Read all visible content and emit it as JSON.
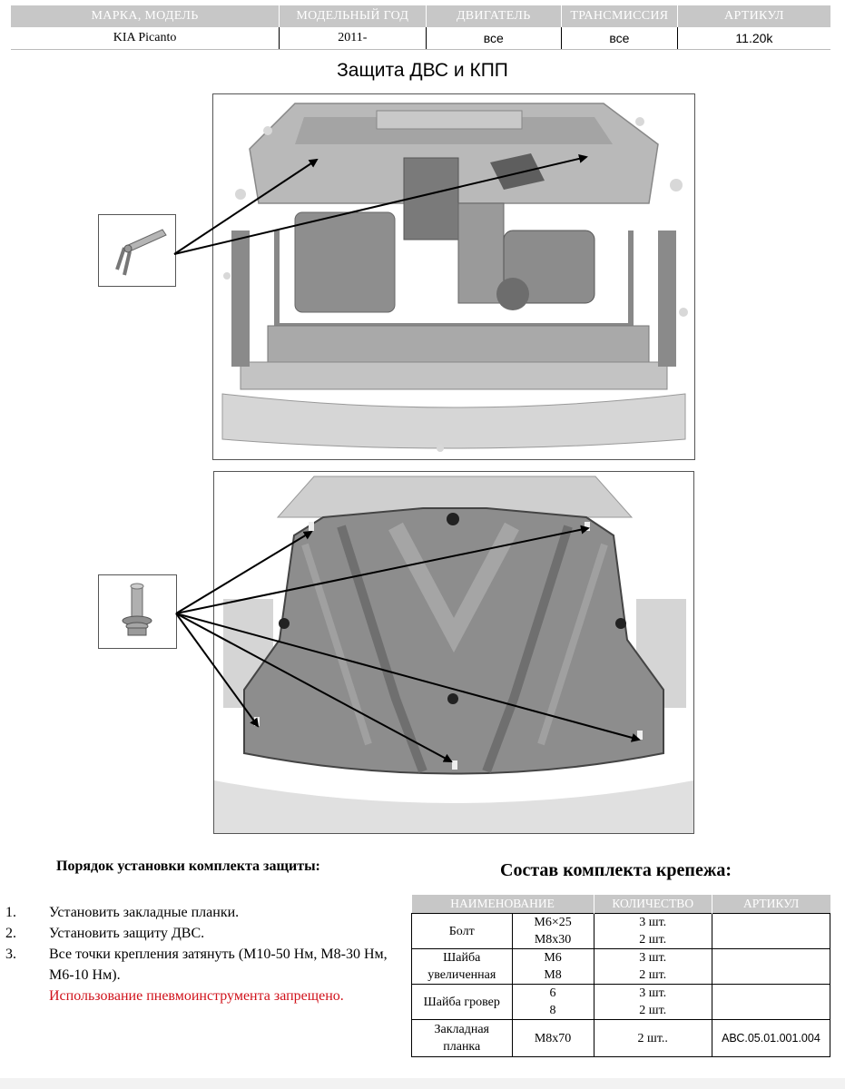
{
  "spec_table": {
    "headers": [
      "МАРКА, МОДЕЛЬ",
      "МОДЕЛЬНЫЙ ГОД",
      "ДВИГАТЕЛЬ",
      "ТРАНСМИССИЯ",
      "АРТИКУЛ"
    ],
    "row": [
      "KIA Picanto",
      "2011-",
      "все",
      "все",
      "11.20k"
    ]
  },
  "title": "Защита ДВС и КПП",
  "figures": {
    "top": {
      "inset_icon": "mounting-bracket-icon",
      "subject": "engine-bay-underside"
    },
    "bottom": {
      "inset_icon": "bolt-with-washer-icon",
      "subject": "skid-plate-installed"
    }
  },
  "installation": {
    "heading": "Порядок установки комплекта защиты:",
    "steps": [
      {
        "num": "1.",
        "text": "Установить закладные планки."
      },
      {
        "num": "2.",
        "text": "Установить защиту ДВС."
      },
      {
        "num": "3.",
        "text": "Все точки крепления затянуть (М10-50 Нм, М8-30 Нм, М6-10 Нм).",
        "warning": "Использование пневмоинструмента запрещено."
      }
    ]
  },
  "kit": {
    "heading": "Состав комплекта крепежа:",
    "headers": [
      "НАИМЕНОВАНИЕ",
      "КОЛИЧЕСТВО",
      "АРТИКУЛ"
    ],
    "rows": [
      {
        "name": "Болт",
        "sizes": [
          "М6×25",
          "М8х30"
        ],
        "qty": [
          "3 шт.",
          "2 шт."
        ],
        "article": ""
      },
      {
        "name": "Шайба увеличенная",
        "sizes": [
          "М6",
          "М8"
        ],
        "qty": [
          "3 шт.",
          "2 шт."
        ],
        "article": ""
      },
      {
        "name": "Шайба гровер",
        "sizes": [
          "6",
          "8"
        ],
        "qty": [
          "3 шт.",
          "2 шт."
        ],
        "article": ""
      },
      {
        "name": "Закладная планка",
        "sizes": [
          "М8х70"
        ],
        "qty": [
          "2 шт.."
        ],
        "article": "АВС.05.01.001.004"
      }
    ]
  },
  "colors": {
    "header_gray": "#c7c7c7",
    "warning_red": "#d0121b"
  }
}
